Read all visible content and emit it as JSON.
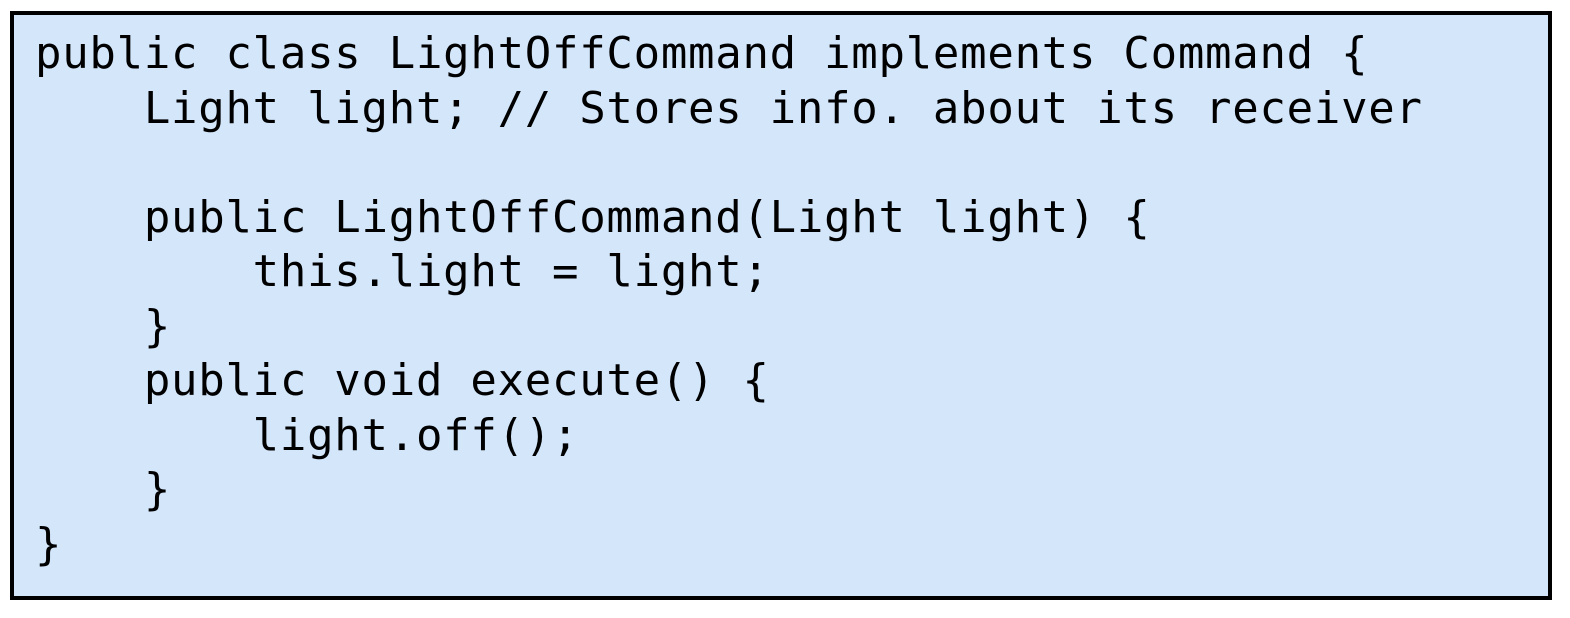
{
  "panel": {
    "background_color": "#d3e6fa",
    "border_color": "#000000",
    "text_color": "#000000",
    "language": "java"
  },
  "code": {
    "lines": [
      "public class LightOffCommand implements Command {",
      "    Light light; // Stores info. about its receiver",
      "",
      "    public LightOffCommand(Light light) {",
      "        this.light = light;",
      "    }",
      "    public void execute() {",
      "        light.off();",
      "    }",
      "}"
    ]
  }
}
